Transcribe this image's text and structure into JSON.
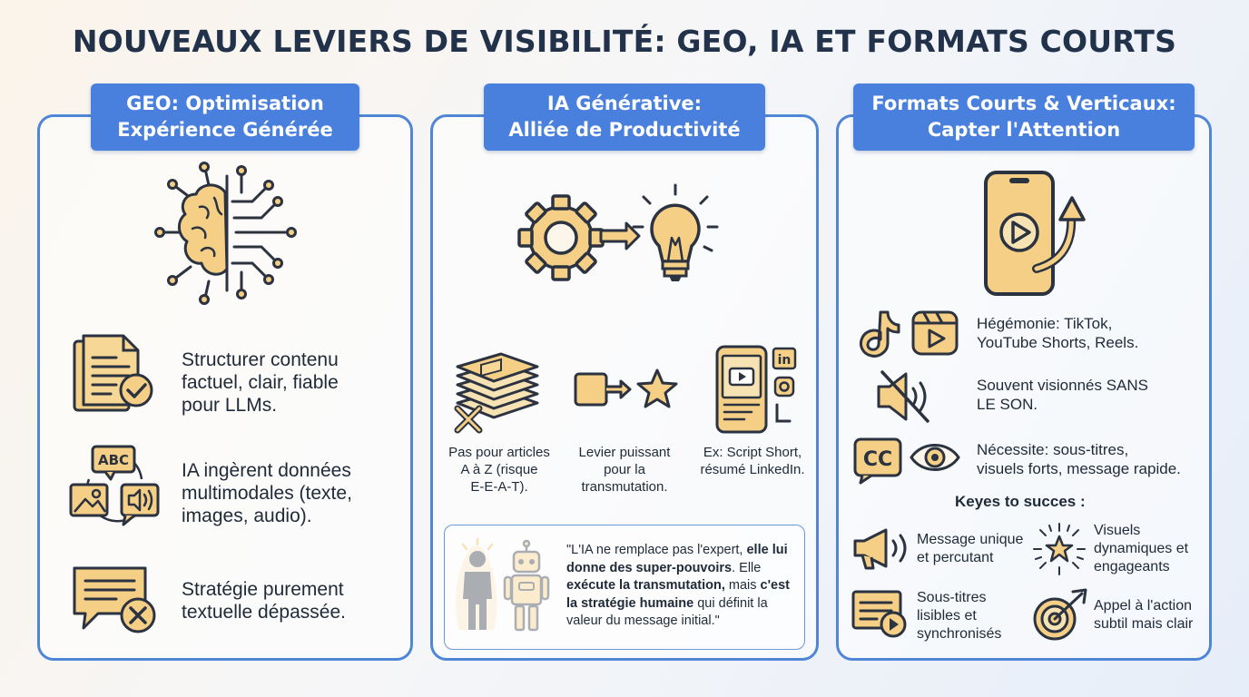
{
  "title": "NOUVEAUX LEVIERS DE VISIBILITÉ: GEO, IA ET FORMATS COURTS",
  "colors": {
    "accent": "#4a80dd",
    "icon_fill": "#f5cf86",
    "icon_stroke": "#2b3240",
    "border": "#4f86d6"
  },
  "panels": [
    {
      "header": [
        "GEO: Optimisation",
        "Expérience Générée"
      ],
      "main_icon": "brain-circuit-icon",
      "items": [
        {
          "icon": "document-check-icon",
          "lines": [
            "Structurer contenu",
            "factuel, clair, fiable",
            "pour LLMs."
          ]
        },
        {
          "icon": "multimodal-icon",
          "lines": [
            "IA ingèrent données",
            "multimodales (texte,",
            "images, audio)."
          ]
        },
        {
          "icon": "chat-cross-icon",
          "lines": [
            "Stratégie purement",
            "textuelle dépassée."
          ]
        }
      ]
    },
    {
      "header": [
        "IA Générative:",
        "Alliée de Productivité"
      ],
      "main_icon": "gear-lightbulb-icon",
      "items": [
        {
          "icon": "paper-stack-cross-icon",
          "lines": [
            "Pas pour articles",
            "A à Z (risque",
            "E-E-A-T)."
          ]
        },
        {
          "icon": "box-arrow-star-icon",
          "lines": [
            "Levier puissant",
            "pour la",
            "transmutation."
          ]
        },
        {
          "icon": "phone-social-icon",
          "lines": [
            "Ex: Script Short,",
            "résumé LinkedIn."
          ]
        }
      ],
      "quote": {
        "icon": "human-robot-icon",
        "p1": "\"L'IA ne remplace pas l'expert, ",
        "b1": "elle lui donne des super-pouvoirs",
        "p2": ". Elle ",
        "b2": "exécute la transmutation,",
        "p3": " mais ",
        "b3": "c'est la stratégie humaine",
        "p4": " qui définit la valeur du message initial.\""
      }
    },
    {
      "header": [
        "Formats Courts & Verticaux:",
        "Capter l'Attention"
      ],
      "main_icon": "phone-play-icon",
      "items": [
        {
          "icon": "tiktok-reels-icon",
          "lines": [
            "Hégémonie: TikTok,",
            "YouTube Shorts, Reels."
          ]
        },
        {
          "icon": "mute-icon",
          "lines": [
            "Souvent visionnés SANS",
            "LE SON."
          ]
        },
        {
          "icon": "cc-eye-icon",
          "lines": [
            "Nécessite: sous-titres,",
            "visuels forts, message rapide."
          ]
        }
      ],
      "keys_title": "Keyes to succes :",
      "keys": [
        {
          "icon": "megaphone-icon",
          "lines": [
            "Message unique",
            "et percutant"
          ]
        },
        {
          "icon": "sparkle-star-icon",
          "lines": [
            "Visuels",
            "dynamiques et",
            "engageants"
          ]
        },
        {
          "icon": "subtitle-play-icon",
          "lines": [
            "Sous-titres",
            "lisibles et",
            "synchronisés"
          ]
        },
        {
          "icon": "target-arrow-icon",
          "lines": [
            "Appel à l'action",
            "subtil mais clair"
          ]
        }
      ]
    }
  ]
}
